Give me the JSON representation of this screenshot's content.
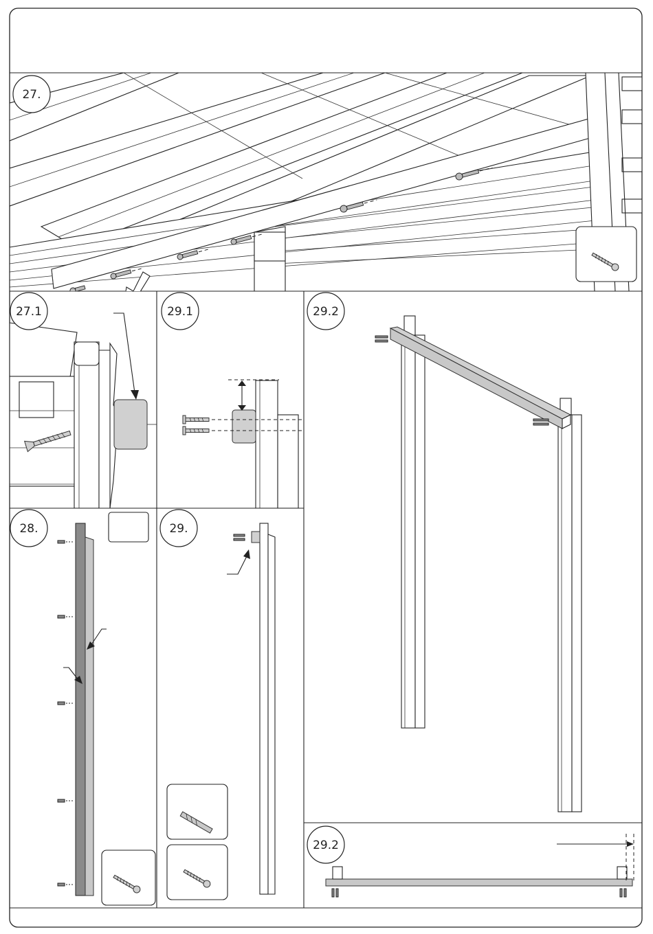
{
  "steps": {
    "s27": "27.",
    "s27_1": "27.1",
    "s29_1": "29.1",
    "s29_2a": "29.2",
    "s28": "28.",
    "s29": "29.",
    "s29_2b": "29.2"
  }
}
